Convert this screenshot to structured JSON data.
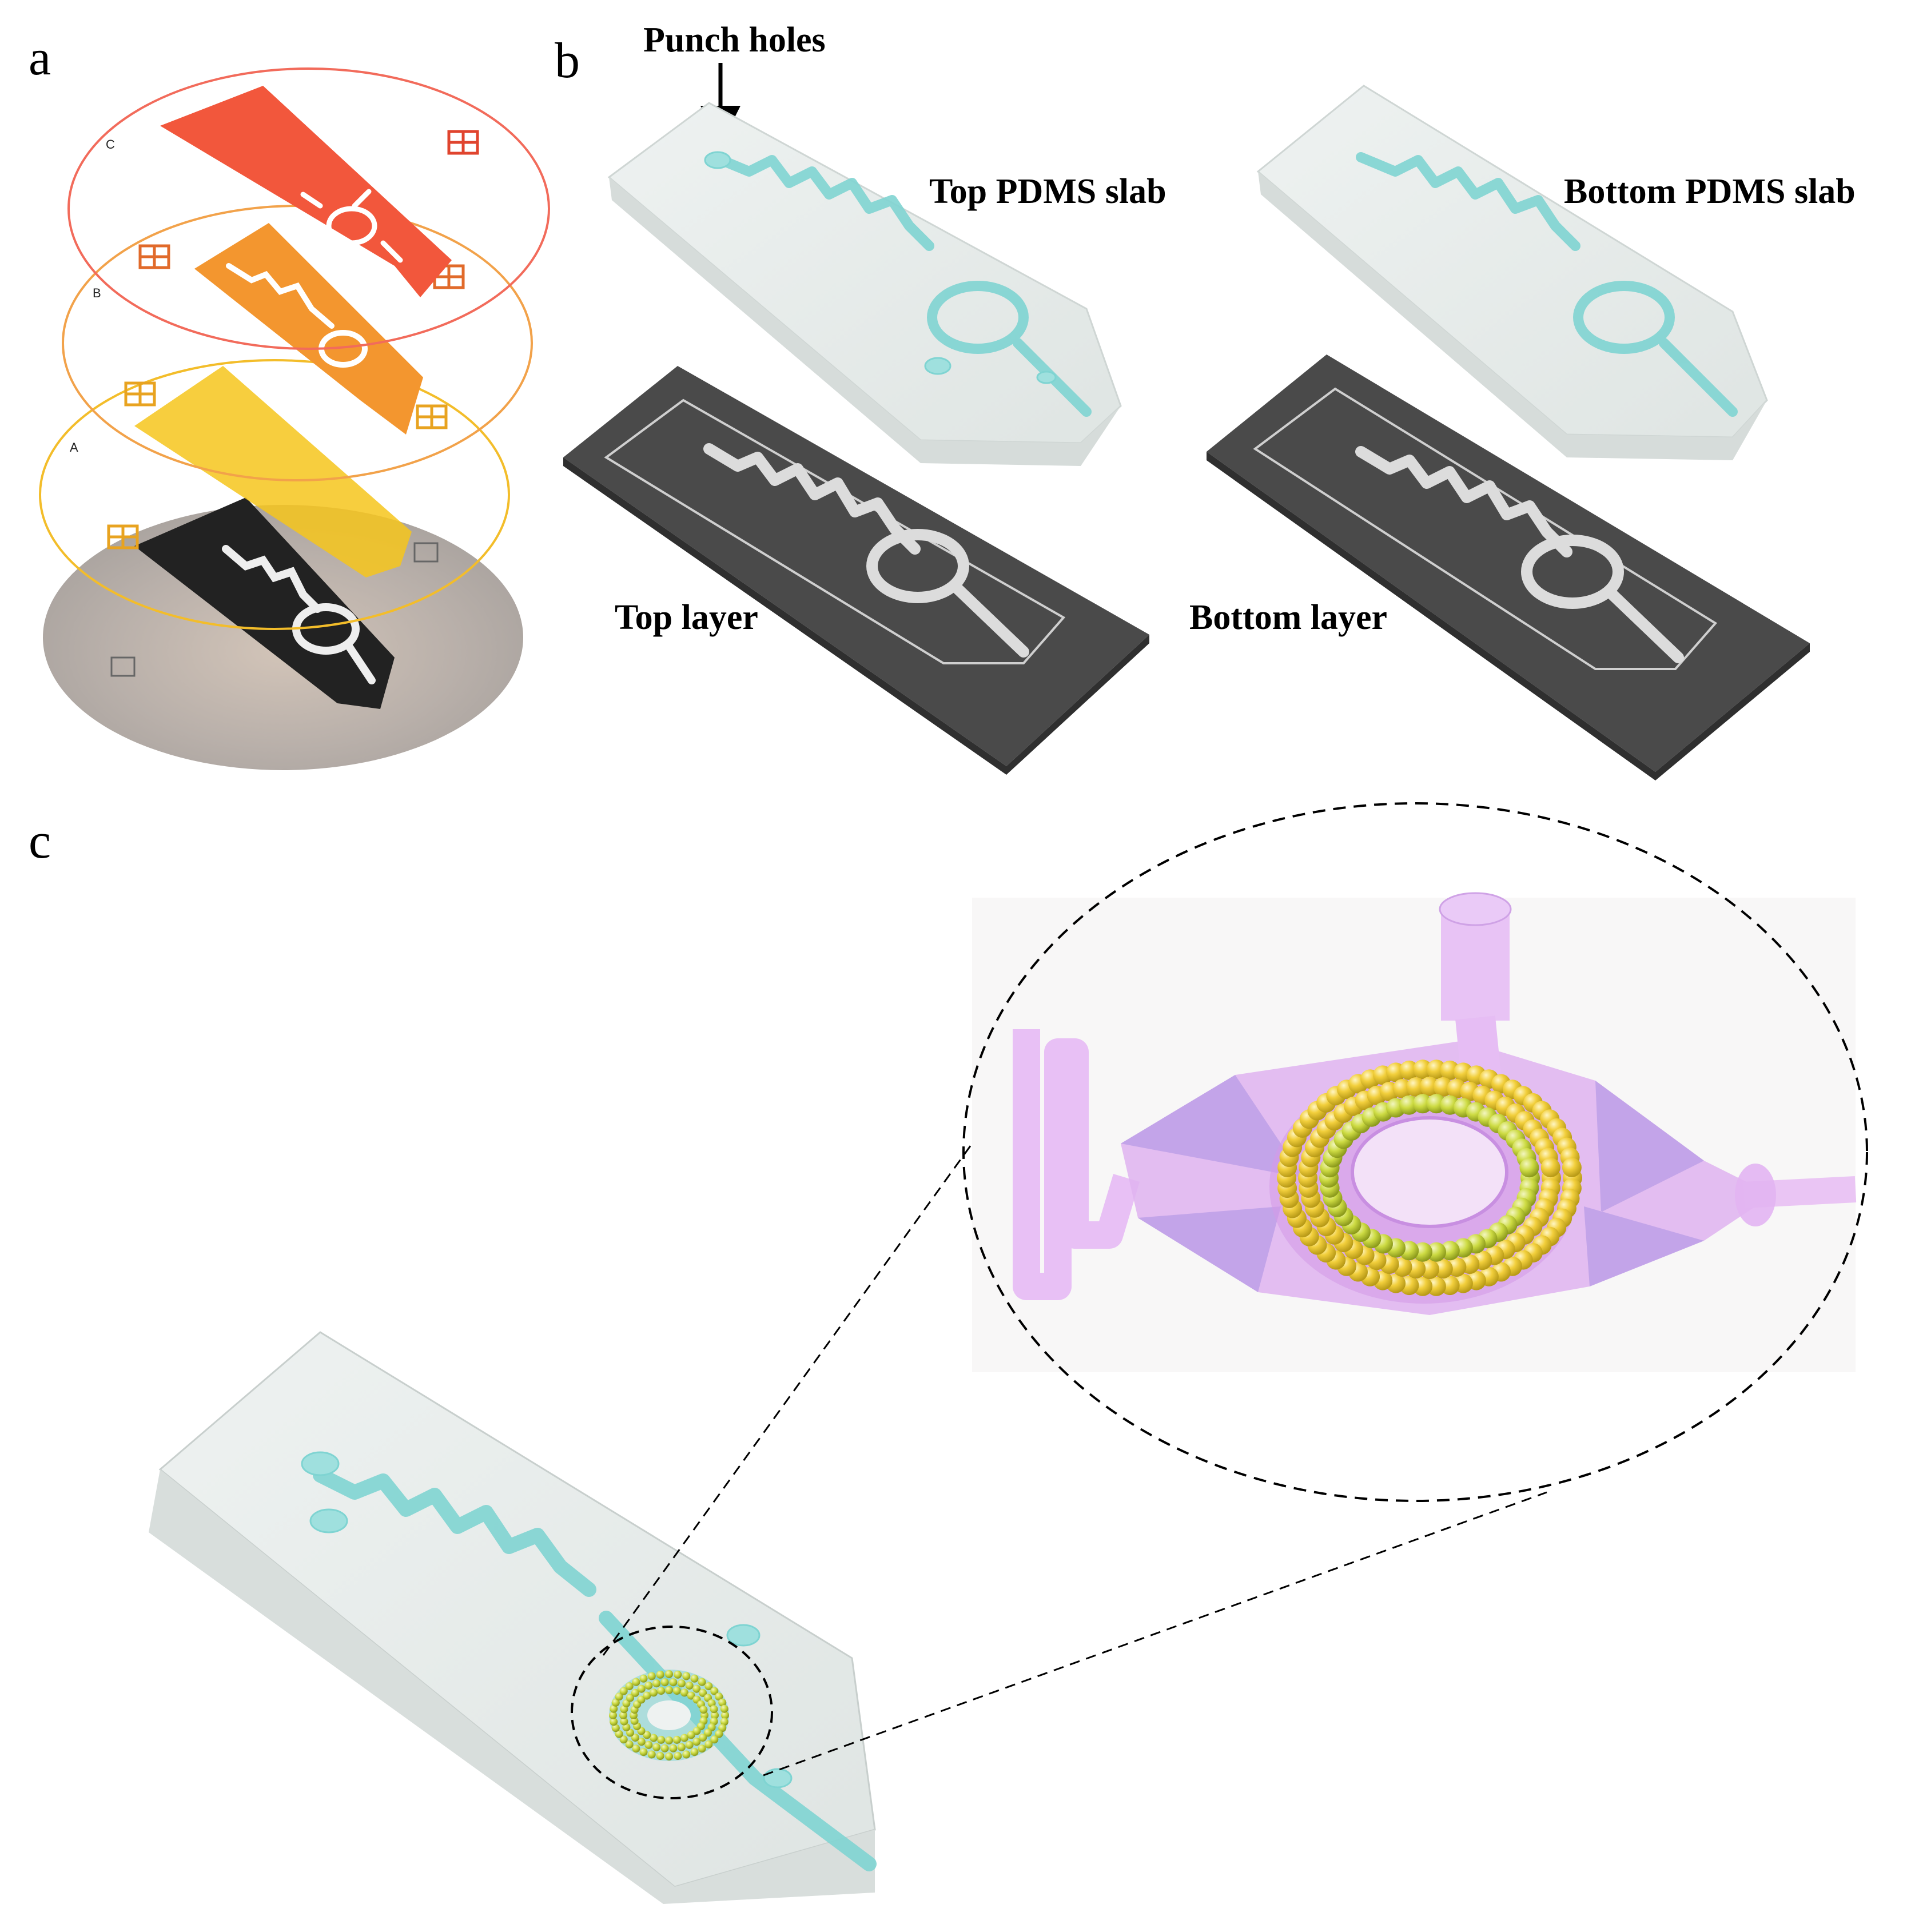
{
  "panels": {
    "a": {
      "label": "a",
      "layer_labels": [
        "C",
        "B",
        "A"
      ],
      "colors": {
        "layer_c": "#f2573c",
        "layer_b": "#f3962f",
        "layer_a": "#f6c51c",
        "base": "#bfb7b0",
        "wafer": "#222222"
      }
    },
    "b": {
      "label": "b",
      "callout": "Punch holes",
      "captions": {
        "top_slab": "Top PDMS slab",
        "bottom_slab": "Bottom PDMS slab",
        "top_layer": "Top layer",
        "bottom_layer": "Bottom layer"
      },
      "colors": {
        "slab": "#e6ecea",
        "channel": "#7fd4d2",
        "mold": "#4a4a4a"
      }
    },
    "c": {
      "label": "c",
      "colors": {
        "slab": "#e3e8e6",
        "channel": "#7fd4d2",
        "beads": "#f2cf3c",
        "chamber": "#d9a8ec",
        "zoom_bg": "#f8f7f7"
      }
    }
  }
}
